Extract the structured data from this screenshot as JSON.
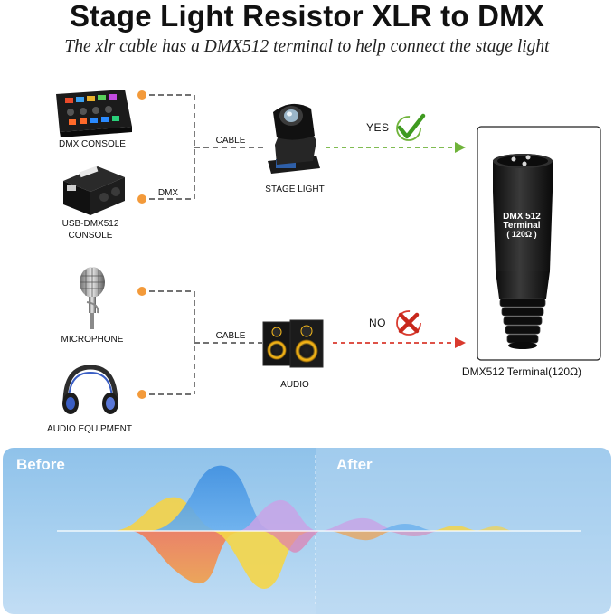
{
  "title": "Stage Light Resistor XLR to DMX",
  "subtitle": "The xlr cable has a DMX512 terminal to help connect the stage light",
  "top_section": {
    "devices": [
      {
        "label_line1": "DMX  CONSOLE",
        "label_line2": ""
      },
      {
        "label_line1": "USB-DMX512",
        "label_line2": "CONSOLE"
      }
    ],
    "cable_label": "CABLE",
    "dmx_label": "DMX",
    "target_label": "STAGE LIGHT",
    "result_label": "YES"
  },
  "bottom_section": {
    "devices": [
      {
        "label_line1": "MICROPHONE"
      },
      {
        "label_line1": "AUDIO EQUIPMENT"
      }
    ],
    "cable_label": "CABLE",
    "target_label": "AUDIO",
    "result_label": "NO"
  },
  "terminal": {
    "engraving_line1": "DMX 512",
    "engraving_line2": "Terminal",
    "engraving_line3": "( 120Ω )",
    "caption": "DMX512 Terminal(120Ω)"
  },
  "waveform_panel": {
    "before_label": "Before",
    "after_label": "After"
  },
  "colors": {
    "dot_orange": "#f39a3a",
    "yes_green": "#6fb33a",
    "no_red": "#d93a2e",
    "panel_blue": "#a9d1f0"
  }
}
